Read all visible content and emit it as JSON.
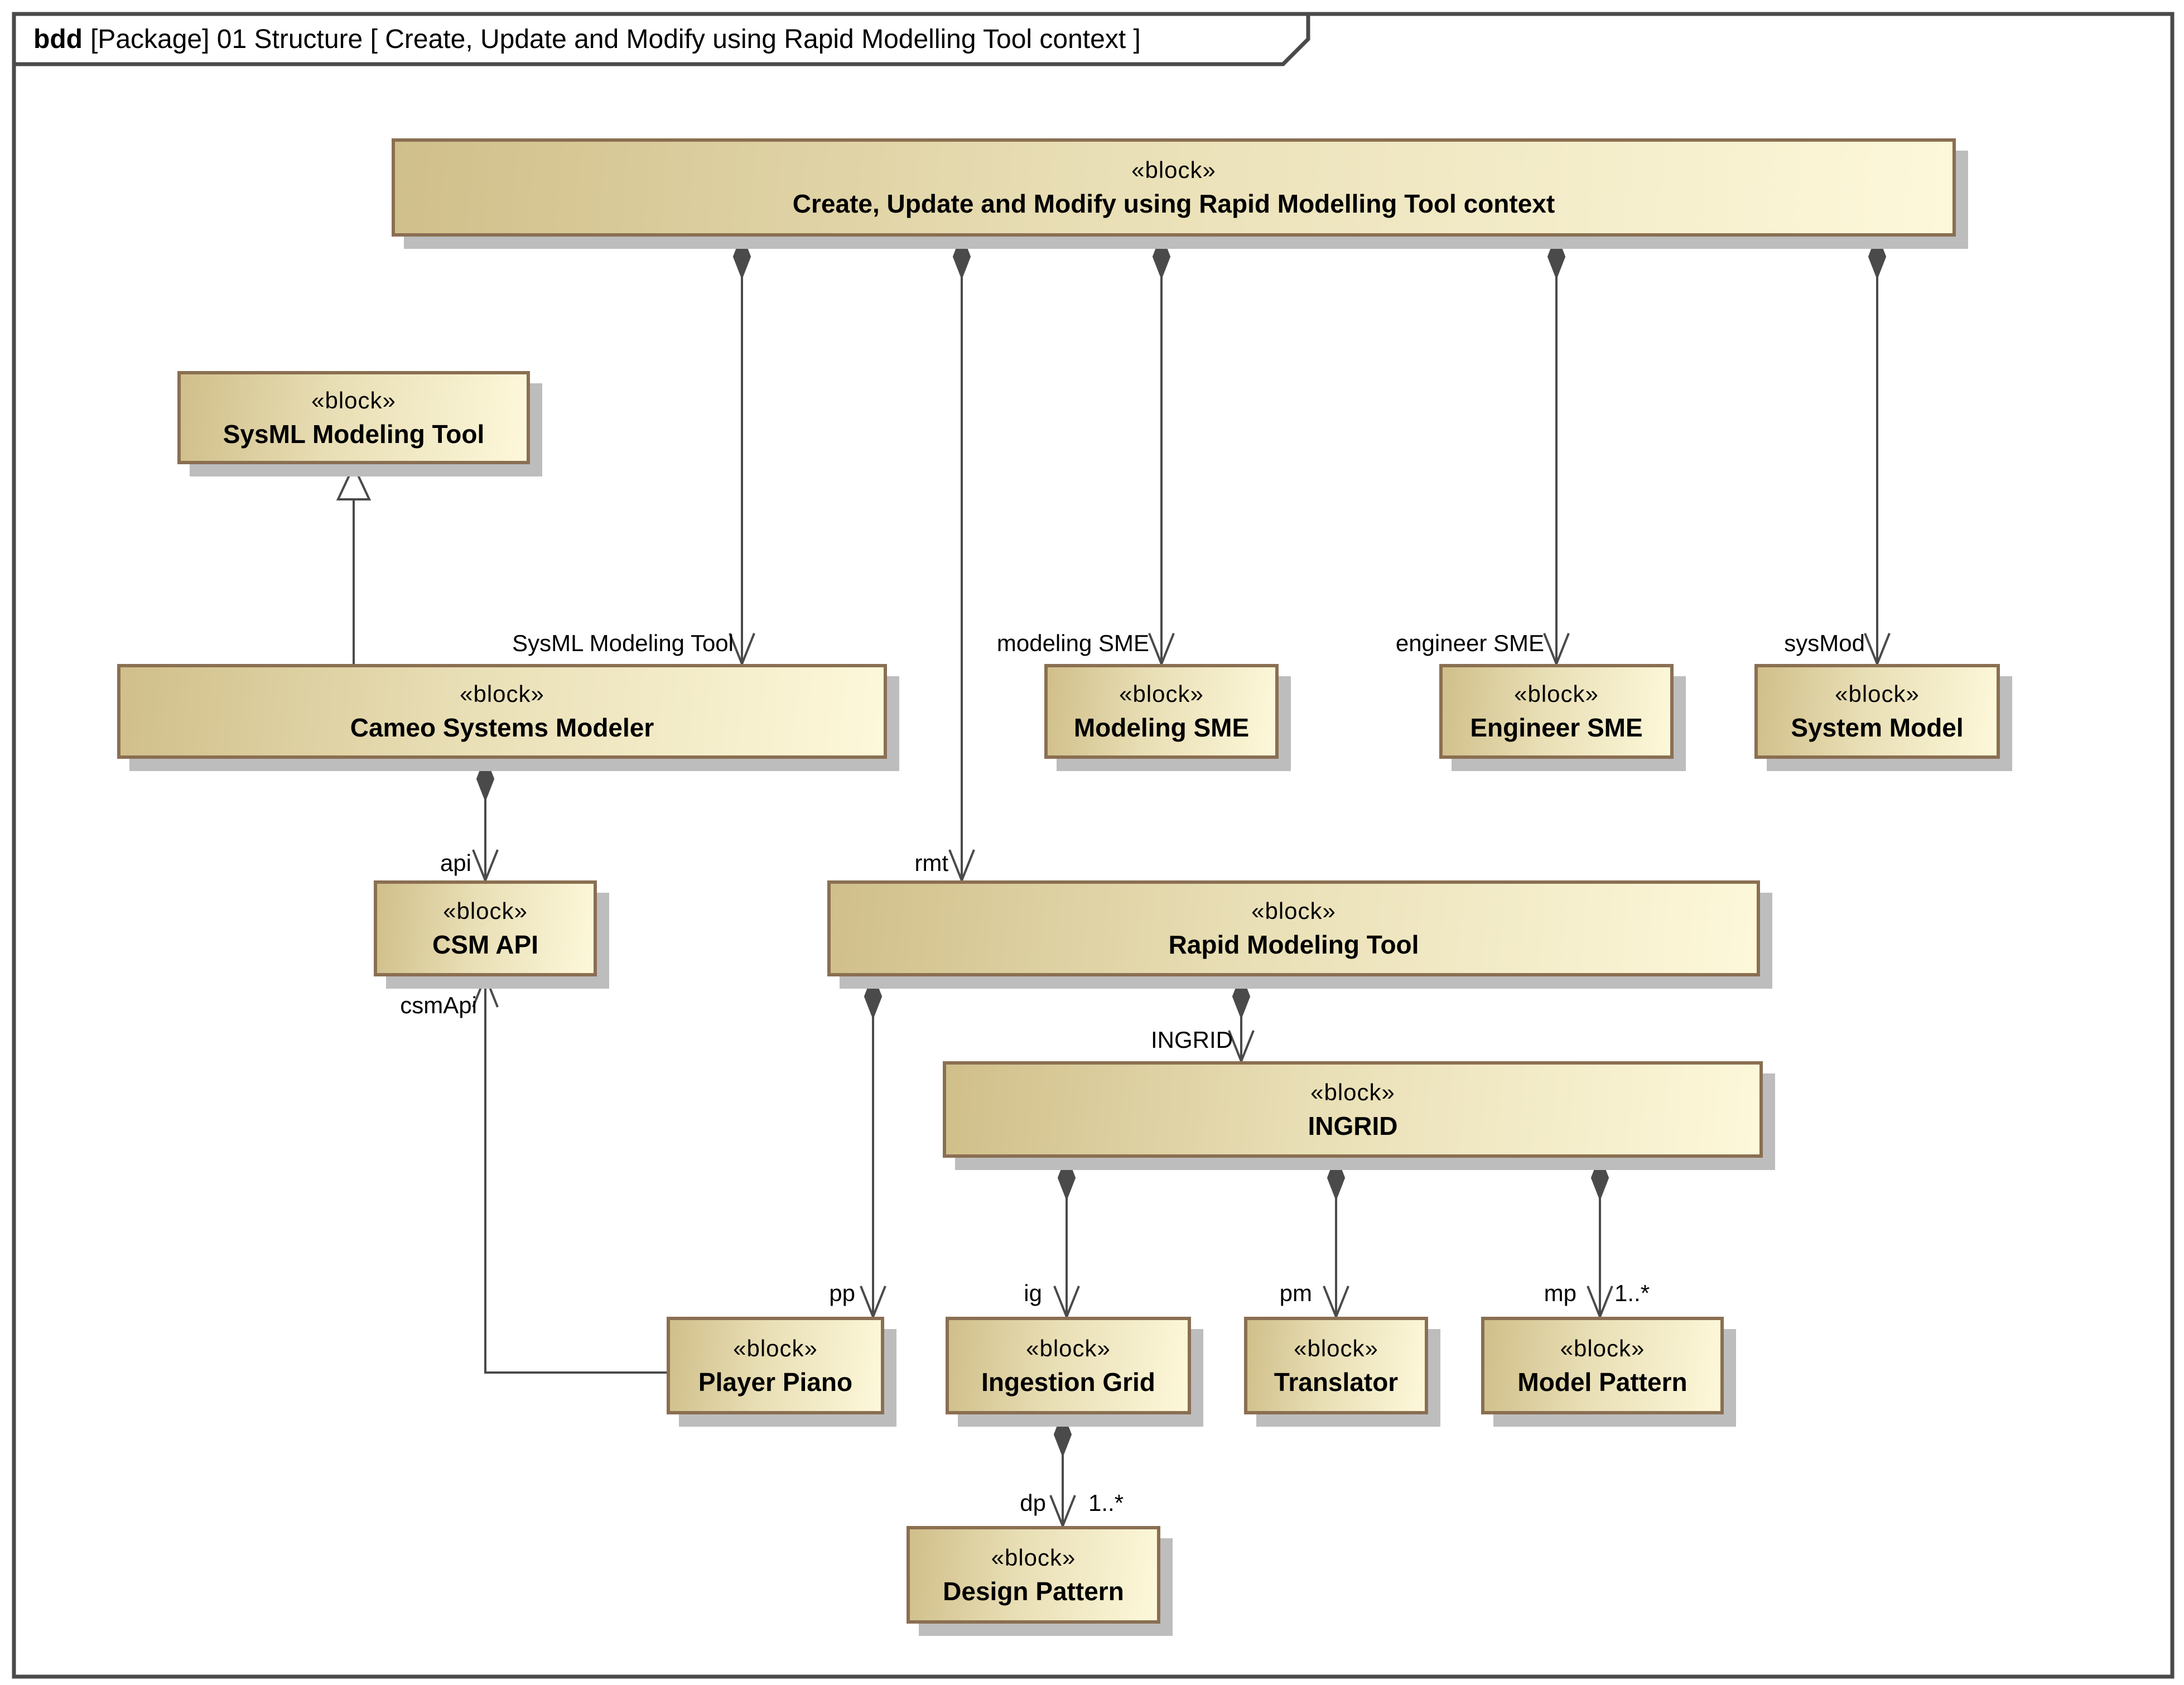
{
  "title": {
    "keyword": "bdd",
    "text": "[Package] 01 Structure [ Create, Update and Modify using Rapid Modelling Tool context ]"
  },
  "blocks": {
    "context": {
      "stereotype": "«block»",
      "name": "Create, Update and Modify using Rapid Modelling Tool context"
    },
    "sysml_tool": {
      "stereotype": "«block»",
      "name": "SysML Modeling Tool"
    },
    "cameo": {
      "stereotype": "«block»",
      "name": "Cameo Systems Modeler"
    },
    "modeling_sme": {
      "stereotype": "«block»",
      "name": "Modeling SME"
    },
    "engineer_sme": {
      "stereotype": "«block»",
      "name": "Engineer SME"
    },
    "system_model": {
      "stereotype": "«block»",
      "name": "System Model"
    },
    "csm_api": {
      "stereotype": "«block»",
      "name": "CSM API"
    },
    "rapid_modeling_tool": {
      "stereotype": "«block»",
      "name": "Rapid Modeling Tool"
    },
    "ingrid": {
      "stereotype": "«block»",
      "name": "INGRID"
    },
    "player_piano": {
      "stereotype": "«block»",
      "name": "Player Piano"
    },
    "ingestion_grid": {
      "stereotype": "«block»",
      "name": "Ingestion Grid"
    },
    "translator": {
      "stereotype": "«block»",
      "name": "Translator"
    },
    "model_pattern": {
      "stereotype": "«block»",
      "name": "Model Pattern"
    },
    "design_pattern": {
      "stereotype": "«block»",
      "name": "Design Pattern"
    }
  },
  "edge_labels": {
    "to_cameo": "SysML Modeling Tool",
    "modeling_sme": "modeling SME",
    "engineer_sme": "engineer SME",
    "sysmod": "sysMod",
    "api": "api",
    "rmt": "rmt",
    "csm_api": "csmApi",
    "ingrid": "INGRID",
    "pp": "pp",
    "ig": "ig",
    "pm": "pm",
    "mp": "mp",
    "mp_multiplicity": "1..*",
    "dp": "dp",
    "dp_multiplicity": "1..*"
  },
  "colors": {
    "block_fill_left": "#d0bf8a",
    "block_fill_right": "#fdf8da",
    "block_border": "#8a6f52",
    "connector_line": "#4a4a4a",
    "shadow": "#bdbdbd",
    "text": "#000000",
    "background": "#ffffff"
  }
}
